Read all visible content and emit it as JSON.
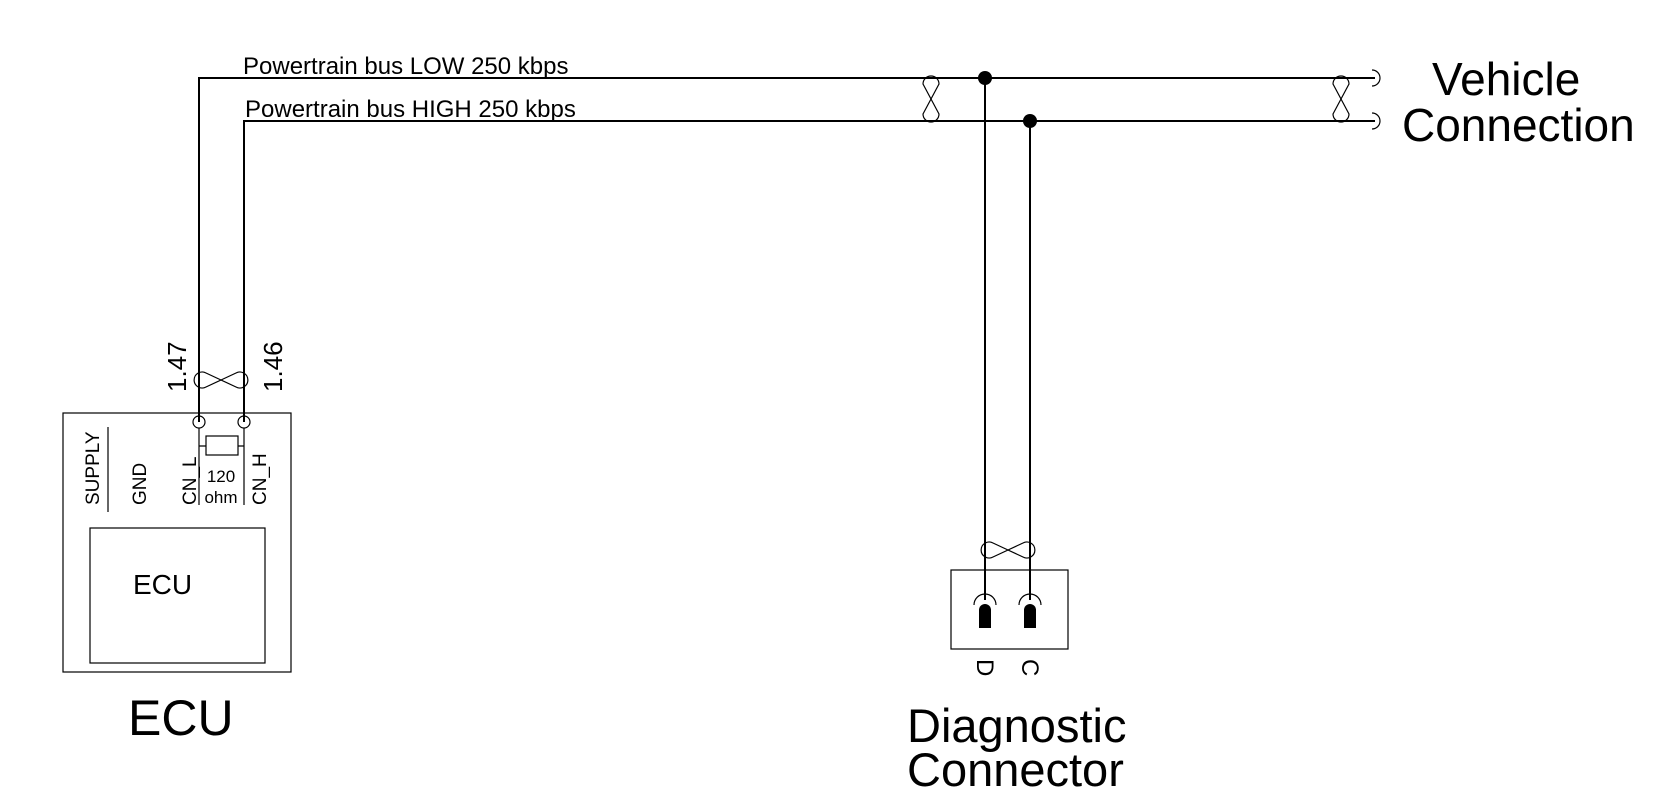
{
  "bus": {
    "low_label": "Powertrain bus LOW 250 kbps",
    "high_label": "Powertrain bus HIGH 250 kbps"
  },
  "vehicle": {
    "line1": "Vehicle",
    "line2": "Connection"
  },
  "ecu": {
    "pin_left": "1.47",
    "pin_right": "1.46",
    "supply": "SUPPLY",
    "gnd": "GND",
    "cn_l": "CN_L",
    "cn_h": "CN_H",
    "resistor_value": "120",
    "resistor_unit": "ohm",
    "inner_label": "ECU",
    "label": "ECU"
  },
  "diagnostic": {
    "pin_d": "D",
    "pin_c": "C",
    "line1": "Diagnostic",
    "line2": "Connector"
  }
}
